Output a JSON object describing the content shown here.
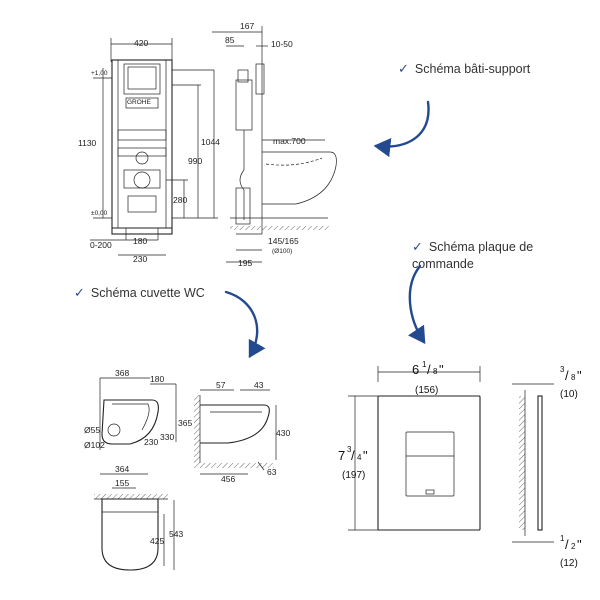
{
  "callouts": {
    "frame": "Schéma bâti-support",
    "plate": "Schéma plaque de commande",
    "bowl": "Schéma cuvette WC"
  },
  "frame_dims": {
    "width": "420",
    "depth_top": "167",
    "d85": "85",
    "d10_50": "10-50",
    "plus1": "+1,00",
    "height": "1130",
    "h1044": "1044",
    "h990": "990",
    "max700": "max.700",
    "h280": "280",
    "zero": "±0,00",
    "range0_200": "0-200",
    "w180": "180",
    "w230": "230",
    "d145_165": "145/165",
    "dn100": "(Ø100)",
    "d195": "195"
  },
  "bowl_dims": {
    "w368": "368",
    "w180": "180",
    "d55": "Ø55",
    "d102": "Ø102",
    "h330": "330",
    "h365": "365",
    "h230": "230",
    "w57": "57",
    "w43": "43",
    "h430": "430",
    "w456": "456",
    "w63": "63",
    "w364": "364",
    "w155": "155",
    "h425": "425",
    "h543": "543"
  },
  "plate_dims": {
    "width_whole": "6",
    "width_frac_num": "1",
    "width_frac_den": "8",
    "width_mm": "(156)",
    "height_whole": "7",
    "height_frac_num": "3",
    "height_frac_den": "4",
    "height_mm": "(197)",
    "depth_top_num": "3",
    "depth_top_den": "8",
    "depth_top_mm": "(10)",
    "depth_bot_num": "1",
    "depth_bot_den": "2",
    "depth_bot_mm": "(12)",
    "inch_mark": "\""
  },
  "accent_color": "#234a8e"
}
